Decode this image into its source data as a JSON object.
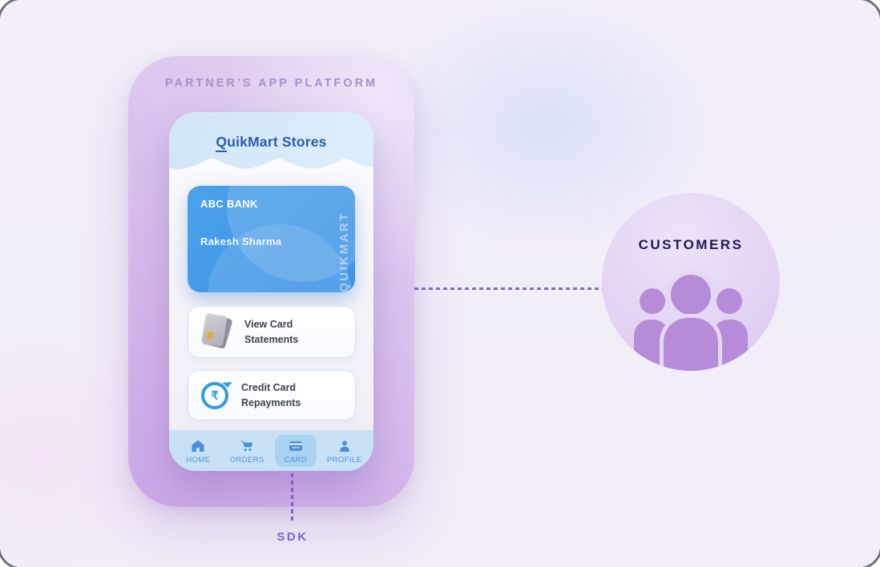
{
  "platform": {
    "title": "PARTNER’S APP PLATFORM"
  },
  "phone": {
    "app_title": "QuikMart Stores",
    "bank_card": {
      "bank_name": "ABC BANK",
      "holder_name": "Rakesh Sharma",
      "brand_vertical": "QUIKMART"
    },
    "actions": [
      {
        "label": "View Card Statements",
        "icon": "card-statements-icon"
      },
      {
        "label": "Credit Card Repayments",
        "icon": "rupee-repayment-icon",
        "currency_symbol": "₹"
      }
    ],
    "nav": [
      {
        "label": "HOME",
        "icon": "home-icon",
        "active": false
      },
      {
        "label": "ORDERS",
        "icon": "cart-icon",
        "active": false
      },
      {
        "label": "CARD",
        "icon": "card-icon",
        "active": true
      },
      {
        "label": "PROFILE",
        "icon": "profile-icon",
        "active": false
      }
    ]
  },
  "customers": {
    "label": "CUSTOMERS",
    "icon": "people-group-icon"
  },
  "connections": {
    "sdk_label": "SDK"
  },
  "colors": {
    "platform_purple": "#d4b3ea",
    "accent_purple": "#7b68c8",
    "app_title_blue": "#2b5da8",
    "bank_card_blue": "#3f97e8",
    "nav_blue": "#4a8fd8",
    "customers_text": "#221856",
    "people_purple": "#b68bd8"
  }
}
